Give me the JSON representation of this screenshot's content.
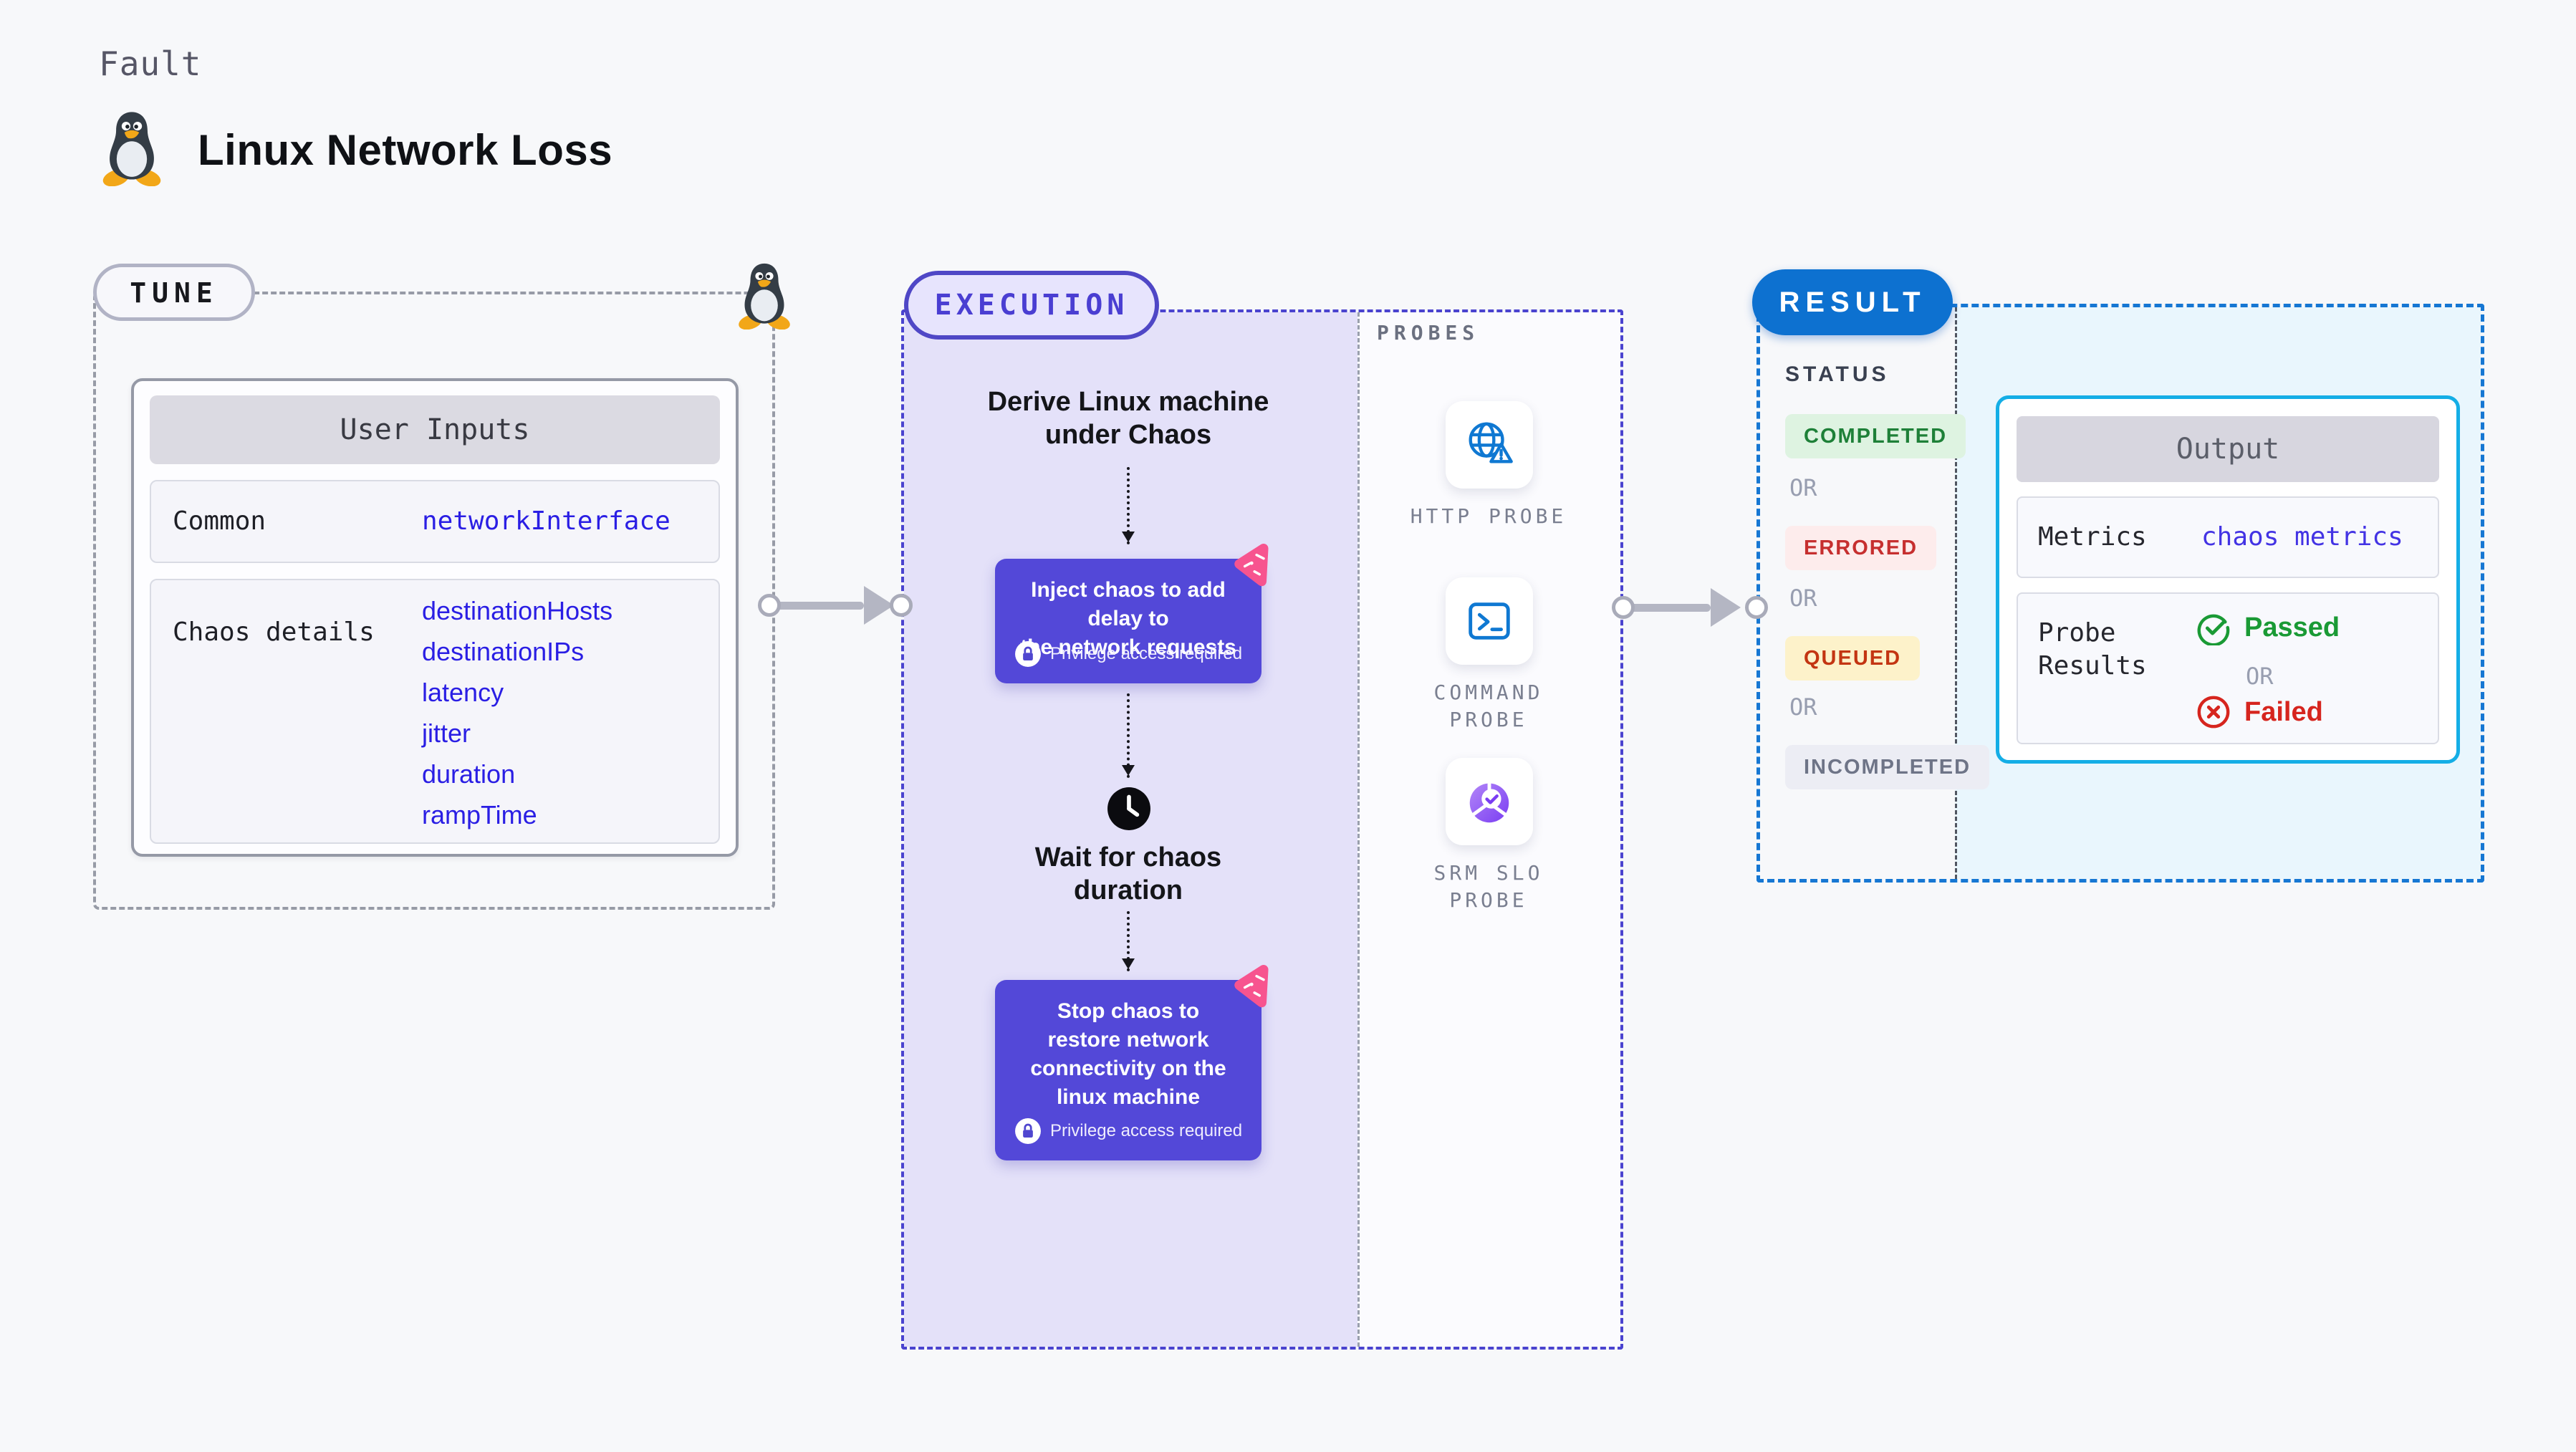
{
  "header": {
    "kicker": "Fault",
    "title": "Linux Network Loss",
    "icon": "tux-penguin-icon"
  },
  "tune": {
    "pill": "TUNE",
    "card_title": "User Inputs",
    "rows": [
      {
        "label": "Common",
        "values": [
          "networkInterface"
        ]
      },
      {
        "label": "Chaos details",
        "values": [
          "destinationHosts",
          "destinationIPs",
          "latency",
          "jitter",
          "duration",
          "rampTime"
        ]
      }
    ]
  },
  "execution": {
    "pill": "EXECUTION",
    "derive_text": "Derive Linux machine\nunder Chaos",
    "inject_text": "Inject chaos to add delay to\nthe network requests",
    "privilege_badge": "Privilege access required",
    "wait_text": "Wait for chaos\nduration",
    "stop_text": "Stop chaos to\nrestore network\nconnectivity on the\nlinux machine",
    "probes_title": "PROBES",
    "probes": [
      {
        "label": "HTTP PROBE",
        "icon": "globe-warning-icon"
      },
      {
        "label": "COMMAND\nPROBE",
        "icon": "terminal-icon"
      },
      {
        "label": "SRM SLO\nPROBE",
        "icon": "slo-donut-icon"
      }
    ]
  },
  "result": {
    "pill": "RESULT",
    "status_title": "STATUS",
    "or_label": "OR",
    "statuses": [
      {
        "label": "COMPLETED",
        "fg": "#1e8038",
        "bg": "#def3e1"
      },
      {
        "label": "ERRORED",
        "fg": "#c62f2f",
        "bg": "#fdecec"
      },
      {
        "label": "QUEUED",
        "fg": "#c33512",
        "bg": "#fdf2ca"
      },
      {
        "label": "INCOMPLETED",
        "fg": "#6e7487",
        "bg": "#ecedf4"
      }
    ],
    "output": {
      "title": "Output",
      "metrics_label": "Metrics",
      "metrics_value": "chaos metrics",
      "probe_results_label": "Probe\nResults",
      "passed_label": "Passed",
      "or_label": "OR",
      "failed_label": "Failed"
    }
  },
  "colors": {
    "page_bg": "#f7f8fa",
    "value_blue": "#2a1ee4",
    "chaos_node_purple": "#5348d8",
    "lavender_bg": "#e4e1f9",
    "execution_dash": "#4a43cf",
    "tune_dash": "#979ba6",
    "result_dash": "#1677d3",
    "result_pill_blue": "#0d71d0",
    "cyan_bg": "#e9f6fd",
    "output_border_cyan": "#14aee6",
    "probe_icon_blue": "#0f78d2",
    "chaos_badge_pink": "#f7548f",
    "passed_green": "#1a9a35",
    "failed_red": "#d6251e",
    "connector_gray": "#b4b6c3"
  }
}
